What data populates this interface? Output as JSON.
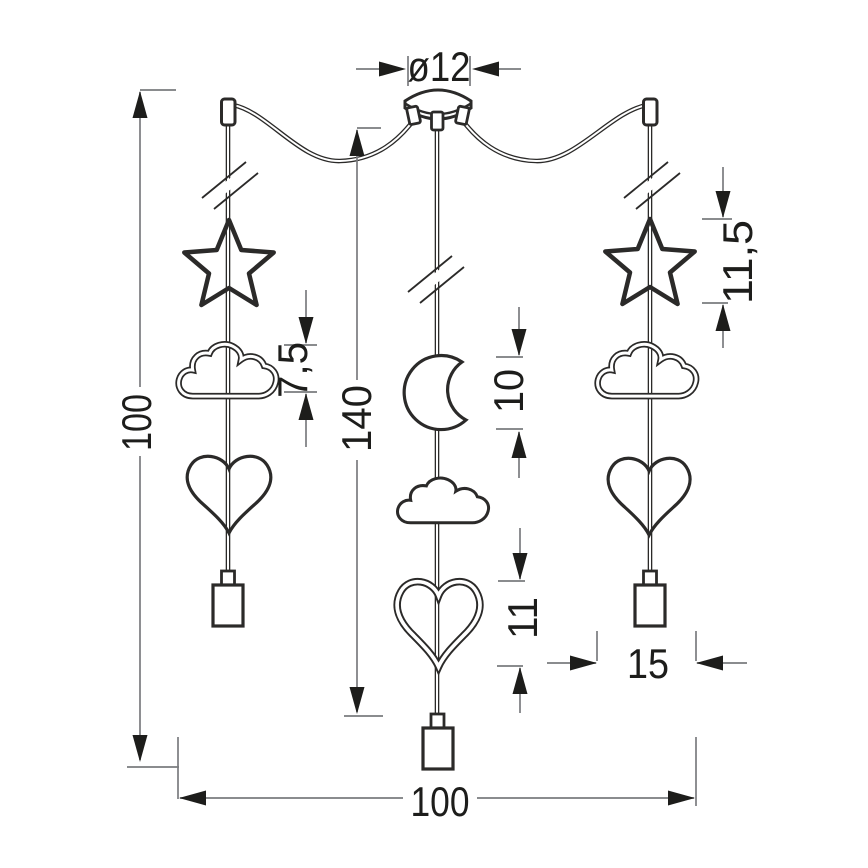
{
  "drawing": {
    "kind": "technical-dimension-drawing",
    "subject": "three-strand pendant lamp with star, cloud, heart and moon shaped elements",
    "strands": [
      {
        "position": "left",
        "shapes": [
          "star",
          "cloud",
          "heart",
          "socket"
        ]
      },
      {
        "position": "center",
        "shapes": [
          "moon",
          "cloud",
          "heart",
          "socket"
        ]
      },
      {
        "position": "right",
        "shapes": [
          "star",
          "cloud",
          "heart",
          "socket"
        ]
      }
    ]
  },
  "dimensions": {
    "canopy_diameter": "ø12",
    "overall_height": "100",
    "center_strand_length": "140",
    "cloud_height": "7,5",
    "moon_height": "10",
    "star_height": "11,5",
    "heart_height": "11",
    "socket_offset": "15",
    "overall_width": "100"
  },
  "colors": {
    "background": "#ffffff",
    "lamp_outline": "#2b2a29",
    "dimension_line": "#7a7b7e",
    "dimension_text": "#1d1d1b"
  }
}
